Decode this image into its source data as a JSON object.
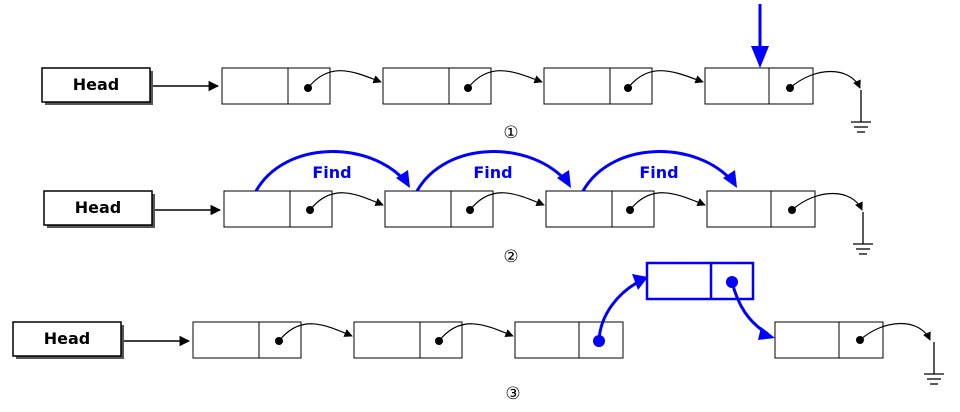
{
  "colors": {
    "line": "#000000",
    "accent": "#0000ff",
    "head_shadow": "#555555"
  },
  "head_label": "Head",
  "find_label": "Find",
  "steps": [
    "①",
    "②",
    "③"
  ]
}
